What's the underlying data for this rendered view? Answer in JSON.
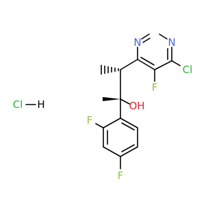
{
  "molecule": {
    "atoms": {
      "n_ring_1": "N",
      "n_ring_2": "N",
      "cl": "Cl",
      "f_ring_1": "F",
      "oh": "OH",
      "f_ring_2": "F",
      "f_ring_3": "F"
    },
    "salt": {
      "cl": "Cl",
      "h": "H"
    }
  },
  "colors": {
    "bond": "#000000",
    "nitrogen": "#4a63d8",
    "oxygen": "#e0262f",
    "fluorine": "#8dc63f",
    "chlorine": "#2fb53a"
  }
}
